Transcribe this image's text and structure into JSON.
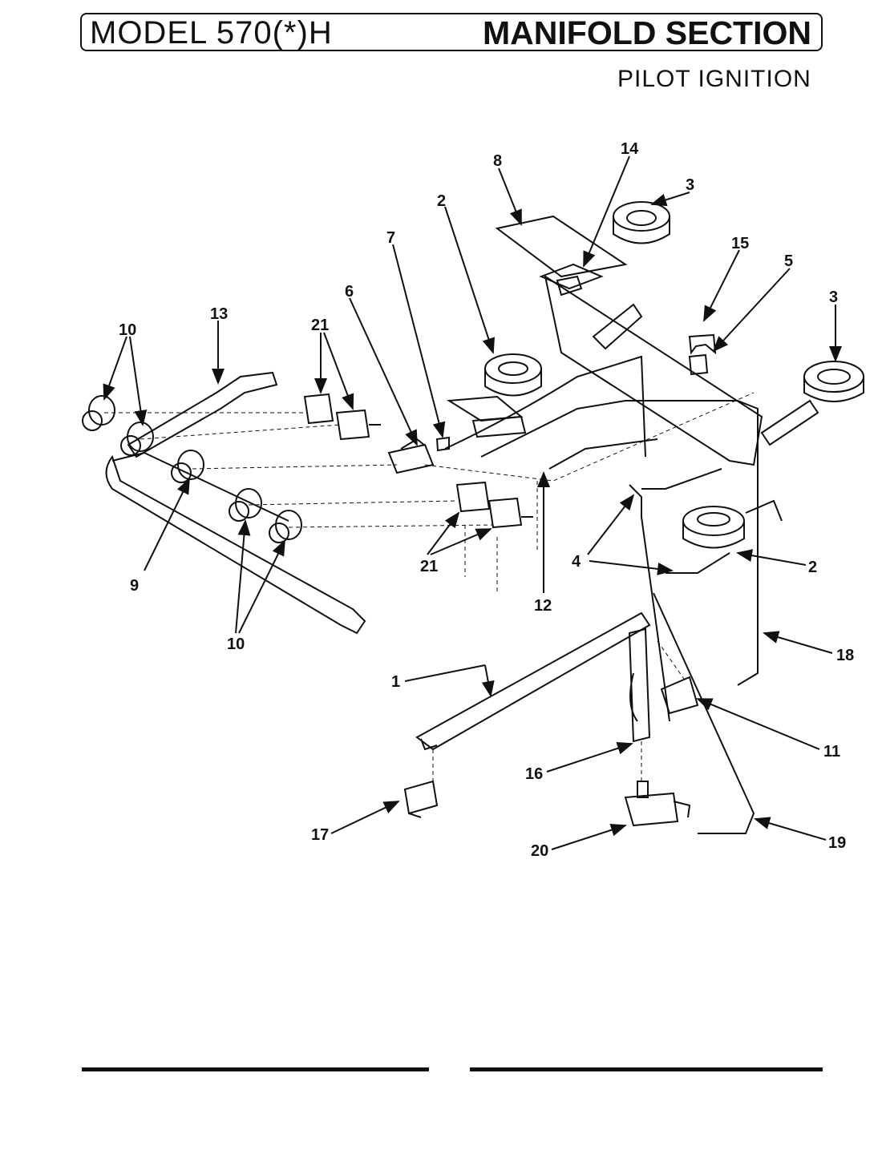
{
  "header": {
    "model": "MODEL 570(*)H",
    "section": "MANIFOLD SECTION",
    "subtitle": "PILOT IGNITION"
  },
  "callouts": {
    "c14": "14",
    "c8": "8",
    "c3a": "3",
    "c2a": "2",
    "c15": "15",
    "c5": "5",
    "c3b": "3",
    "c7": "7",
    "c13": "13",
    "c21a": "21",
    "c6": "6",
    "c10a": "10",
    "c9": "9",
    "c21b": "21",
    "c12": "12",
    "c4": "4",
    "c2b": "2",
    "c10b": "10",
    "c18": "18",
    "c1": "1",
    "c11": "11",
    "c16": "16",
    "c17": "17",
    "c20": "20",
    "c19": "19"
  }
}
